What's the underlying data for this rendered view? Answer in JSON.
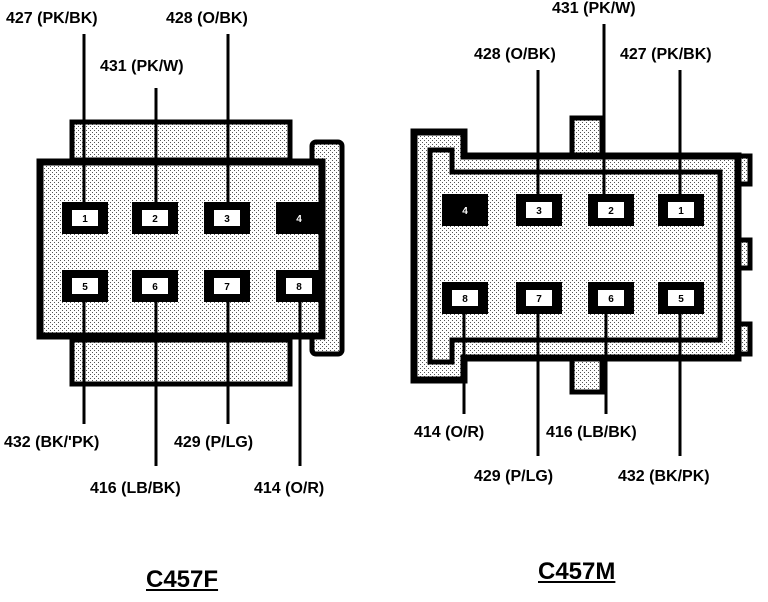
{
  "connectors": [
    {
      "title": "C457F",
      "pins": [
        {
          "num": "1",
          "wire": "427 (PK/BK)"
        },
        {
          "num": "2",
          "wire": "431 (PK/W)"
        },
        {
          "num": "3",
          "wire": "428 (O/BK)"
        },
        {
          "num": "4",
          "wire": ""
        },
        {
          "num": "5",
          "wire": "432 (BK/'PK)"
        },
        {
          "num": "6",
          "wire": "416 (LB/BK)"
        },
        {
          "num": "7",
          "wire": "429 (P/LG)"
        },
        {
          "num": "8",
          "wire": "414 (O/R)"
        }
      ]
    },
    {
      "title": "C457M",
      "pins": [
        {
          "num": "4",
          "wire": ""
        },
        {
          "num": "3",
          "wire": "428 (O/BK)"
        },
        {
          "num": "2",
          "wire": "431 (PK/W)"
        },
        {
          "num": "1",
          "wire": "427 (PK/BK)"
        },
        {
          "num": "8",
          "wire": "414 (O/R)"
        },
        {
          "num": "7",
          "wire": "429 (P/LG)"
        },
        {
          "num": "6",
          "wire": "416 (LB/BK)"
        },
        {
          "num": "5",
          "wire": "432 (BK/PK)"
        }
      ]
    }
  ],
  "colors": {
    "ink": "#000000",
    "paper": "#ffffff",
    "housing": "#d9d9d9"
  }
}
